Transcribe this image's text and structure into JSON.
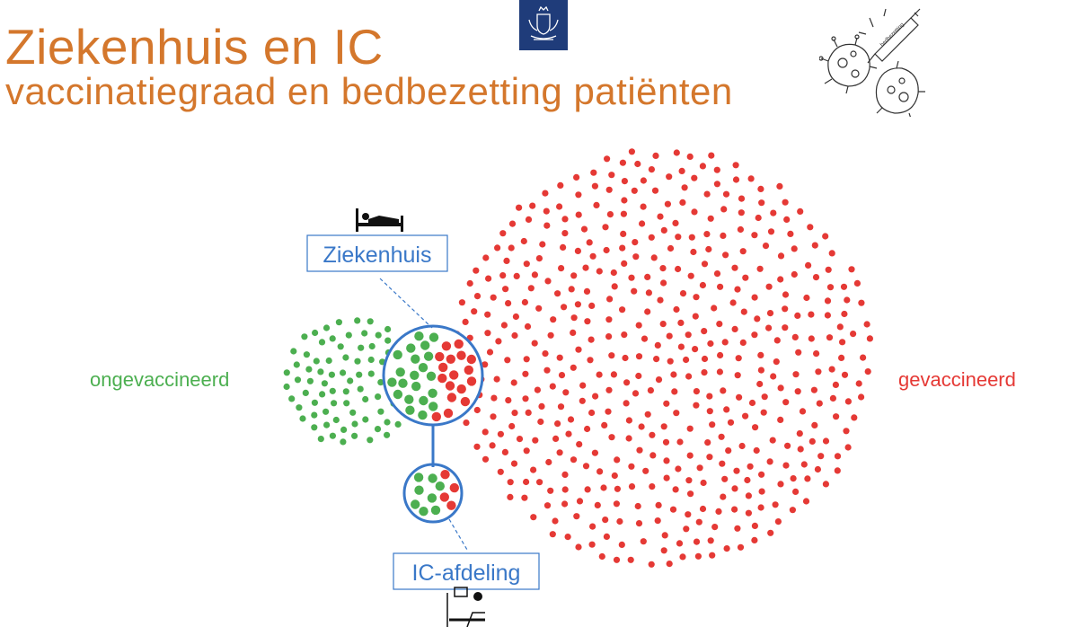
{
  "header": {
    "title": "Ziekenhuis en IC",
    "subtitle": "vaccinatiegraad en bedbezetting patiënten"
  },
  "labels": {
    "unvaccinated": "ongevaccineerd",
    "vaccinated": "gevaccineerd",
    "hospital": "Ziekenhuis",
    "icu": "IC-afdeling",
    "syringe_text": "bedbezetting"
  },
  "colors": {
    "title": "#d4772c",
    "unvaccinated": "#4caf50",
    "vaccinated": "#e53935",
    "accent": "#3a78c8",
    "logo": "#1f3c7a"
  },
  "icons": {
    "logo": "government-crest-icon",
    "illustration": "virus-syringe-icon",
    "hospital": "hospital-bed-icon",
    "icu": "icu-patient-icon"
  }
}
